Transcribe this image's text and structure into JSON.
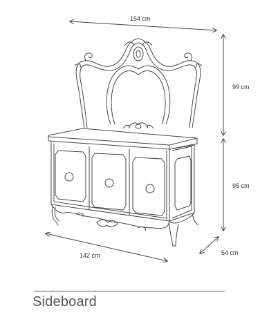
{
  "dimensions": {
    "total_width": "154 cm",
    "mirror_height": "99 cm",
    "cabinet_height": "95 cm",
    "depth": "54 cm",
    "cabinet_width": "142 cm"
  },
  "title": "Sideboard",
  "colors": {
    "line": "#444444",
    "text": "#333333",
    "title": "#555555"
  }
}
